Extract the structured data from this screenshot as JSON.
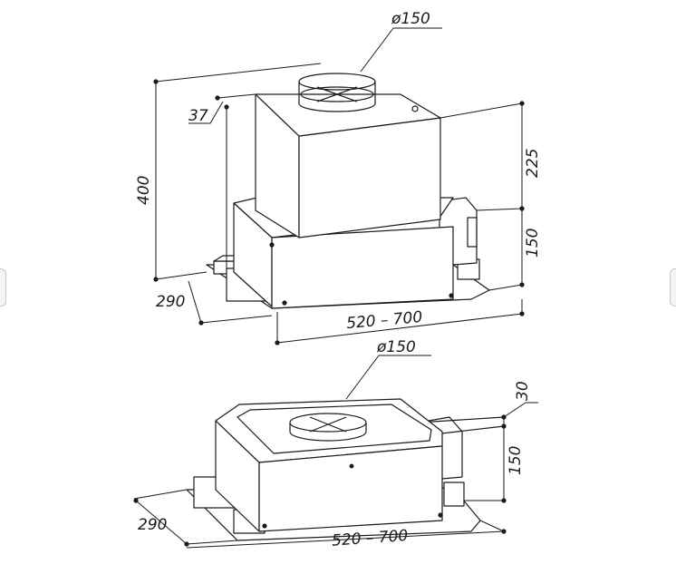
{
  "top_view": {
    "duct_diameter": "ø150",
    "offset_top": "37",
    "total_height": "400",
    "chimney_height": "225",
    "body_height": "150",
    "depth": "290",
    "width_range": "520  –  700"
  },
  "bottom_view": {
    "duct_diameter": "ø150",
    "offset_top": "30",
    "body_height": "150",
    "depth": "290",
    "width_range": "520  –  700"
  },
  "colors": {
    "line": "#1a1a1a",
    "fill": "#ffffff",
    "shade": "#dcdcdc"
  }
}
